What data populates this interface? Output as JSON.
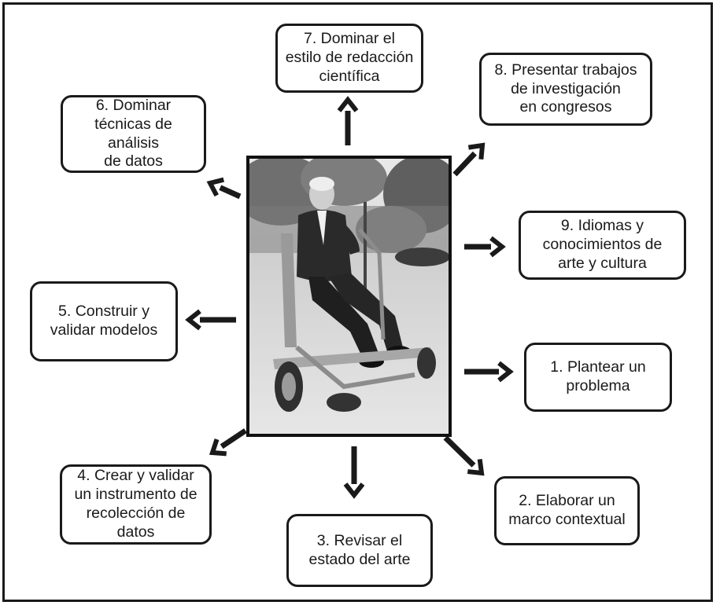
{
  "diagram": {
    "steps": [
      {
        "id": "step-1",
        "label": "1. Plantear un\nproblema"
      },
      {
        "id": "step-2",
        "label": "2. Elaborar un\nmarco contextual"
      },
      {
        "id": "step-3",
        "label": "3. Revisar el\nestado del arte"
      },
      {
        "id": "step-4",
        "label": "4. Crear y validar\nun instrumento de\nrecolección de datos"
      },
      {
        "id": "step-5",
        "label": "5. Construir y\nvalidar modelos"
      },
      {
        "id": "step-6",
        "label": "6. Dominar\ntécnicas de análisis\nde datos"
      },
      {
        "id": "step-7",
        "label": "7. Dominar el\nestilo de redacción\ncientífica"
      },
      {
        "id": "step-8",
        "label": "8. Presentar trabajos\nde investigación\nen congresos"
      },
      {
        "id": "step-9",
        "label": "9. Idiomas y\nconocimientos de\narte y cultura"
      }
    ]
  },
  "colors": {
    "ink": "#1a1a1a",
    "photo_tone": "#8a8a8a"
  }
}
